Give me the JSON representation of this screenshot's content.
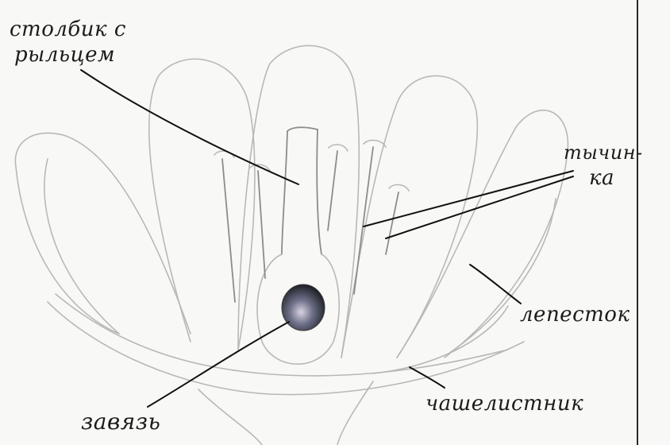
{
  "labels": {
    "style_line1": "столбик с",
    "style_line2": "рыльцем",
    "stamen_line1": "тычин-",
    "stamen_line2": "ка",
    "petal": "лепесток",
    "ovary": "завязь",
    "sepals": "чашелистник"
  }
}
